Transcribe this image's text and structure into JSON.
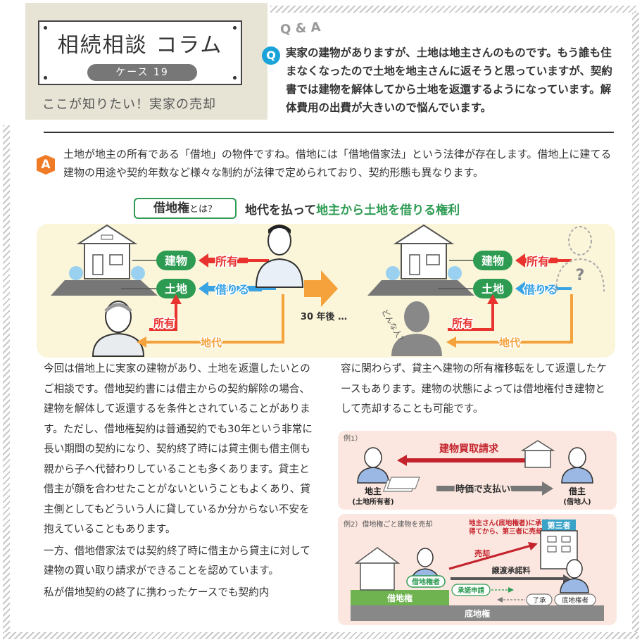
{
  "header": {
    "column_title": "相続相談 コラム",
    "case_label": "ケース 19",
    "subtitle": "ここが知りたい！実家の売却",
    "qa_label": "Q & A"
  },
  "question": {
    "badge": "Q",
    "text": "実家の建物がありますが、土地は地主さんのものです。もう誰も住まなくなったので土地を地主さんに返そうと思っていますが、契約書では建物を解体してから土地を返還するようになっています。解体費用の出費が大きいので悩んでいます。"
  },
  "answer": {
    "badge": "A",
    "text": "土地が地主の所有である「借地」の物件ですね。借地には「借地借家法」という法律が存在します。借地上に建てる建物の用途や契約年数など様々な制約が法律で定められており、契約形態も異なります。"
  },
  "definition": {
    "term": "借地権",
    "term_suffix": "とは？",
    "meaning_prefix": "地代を払って",
    "meaning_highlight": "地主から土地を借りる権利"
  },
  "diagram": {
    "building": "建物",
    "land": "土地",
    "owns": "所有",
    "borrows": "借りる",
    "owns2": "所有",
    "rent": "地代",
    "after": "30 年後 …",
    "question_mark": "?",
    "whisper": "どんな人？",
    "left_arrow_color": "#e8332f",
    "blue_arrow_color": "#3aa3e3",
    "orange_arrow_color": "#f5a23c",
    "green_label_color": "#2e9b52"
  },
  "body": {
    "left_p1": "今回は借地上に実家の建物があり、土地を返還したいとのご相談です。借地契約書には借主からの契約解除の場合、建物を解体して返還するを条件とされていることがあります。ただし、借地権契約は普通契約でも30年という非常に長い期間の契約になり、契約終了時には貸主側も借主側も親から子へ代替わりしていることも多くあります。貸主と借主が顔を合わせたことがないということもよくあり、貸主側としてもどういう人に貸しているか分からない不安を抱えていることもあります。",
    "left_p2": "一方、借地借家法では契約終了時に借主から貸主に対して建物の買い取り請求ができることを認めています。",
    "left_p3": "私が借地契約の終了に携わったケースでも契約内",
    "right_p1": "容に関わらず、貸主へ建物の所有権移転をして返還したケースもあります。建物の状態によっては借地権付き建物として売却することも可能です。"
  },
  "example1": {
    "label": "例1）",
    "claim": "建物買取請求",
    "pay": "時価で支払い",
    "left_role": "地主",
    "left_role_sub": "(土地所有者)",
    "right_role": "借主",
    "right_role_sub": "(借地人)"
  },
  "example2": {
    "label": "例2）借地権ごと建物を売却",
    "note_line1": "地主さん(底地権者)に承諾を",
    "note_line2": "得てから、第三者に売却",
    "third_party": "第三者",
    "sell": "売却",
    "transfer_fee": "譲渡承諾料",
    "holder": "借地権者",
    "request": "承諾申請",
    "consent": "了承",
    "owner": "底地権者",
    "leasehold": "借地権",
    "landholder_right": "底地権"
  }
}
